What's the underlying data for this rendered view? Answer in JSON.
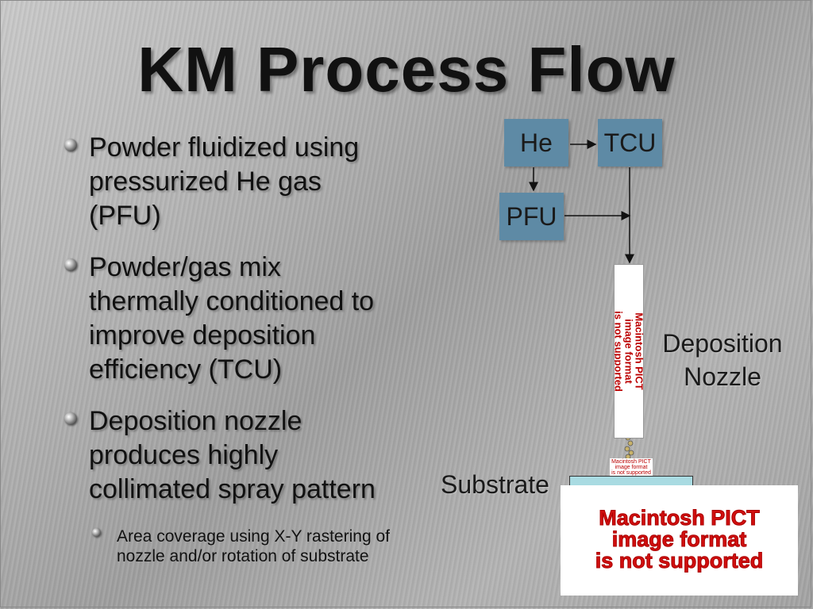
{
  "title": "KM Process Flow",
  "bullets": [
    {
      "lines": [
        "Powder fluidized using",
        "pressurized He gas",
        "(PFU)"
      ]
    },
    {
      "lines": [
        "Powder/gas mix",
        "thermally conditioned to",
        "improve deposition",
        "efficiency (TCU)"
      ]
    },
    {
      "lines": [
        "Deposition nozzle",
        "produces highly",
        "collimated spray pattern"
      ]
    }
  ],
  "subbullet": {
    "lines": [
      "Area coverage using X-Y rastering of",
      "nozzle and/or rotation of substrate"
    ]
  },
  "diagram": {
    "he": "He",
    "tcu": "TCU",
    "pfu": "PFU",
    "deposition_nozzle": [
      "Deposition",
      "Nozzle"
    ],
    "substrate": "Substrate",
    "nozzle_pict": [
      "Macintosh PICT",
      "image format",
      "is not supported"
    ],
    "small_pict": [
      "Macintosh PICT",
      "image format",
      "is not supported"
    ],
    "large_pict": [
      "Macintosh PICT",
      "image format",
      "is not supported"
    ],
    "box_color": "#5e8aa5",
    "substrate_color": "#a9dbe2",
    "pict_text_color": "#d10f0f"
  }
}
